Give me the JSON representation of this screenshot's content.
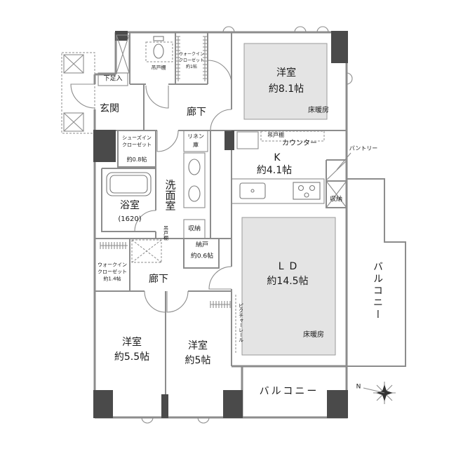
{
  "labels": {
    "toilet_hanging_cabinet": "吊戸棚",
    "wic_top": {
      "l1": "ウォークイン",
      "l2": "クローゼット",
      "size": "約1帖"
    },
    "shoe_rack": "下足入",
    "entrance": "玄関",
    "hall_top": "廊下",
    "bedroom_main": {
      "name": "洋室",
      "size": "約8.1帖",
      "heating": "床暖房"
    },
    "linen": {
      "l1": "リネン",
      "l2": "庫"
    },
    "shoes_closet": {
      "l1": "シューズイン",
      "l2": "クローゼット",
      "size": "約0.8帖"
    },
    "kitchen": {
      "cabinet": "吊戸棚",
      "counter": "カウンター",
      "name": "K",
      "size": "約4.1帖"
    },
    "pantry": "パントリー",
    "washroom": "洗面室",
    "bath": {
      "name": "浴室",
      "size": "(1620)"
    },
    "storage_kitchen": "収納",
    "storage_wash": "収納",
    "wash_cabinet": "吊戸棚",
    "closet": {
      "name": "納戸",
      "size": "約0.6帖"
    },
    "wic_left": {
      "l1": "ウォークイン",
      "l2": "クローゼット",
      "size": "約1.4帖"
    },
    "hall_bottom": "廊下",
    "ld": {
      "name": "LD",
      "size": "約14.5帖",
      "heating": "床暖房",
      "rail": "ピクチャーレール"
    },
    "bedroom_2": {
      "name": "洋室",
      "size": "約5.5帖"
    },
    "bedroom_3": {
      "name": "洋室",
      "size": "約5帖"
    },
    "balcony_side": "バルコニー",
    "balcony_front": "バルコニー",
    "north": "N"
  },
  "icons": {
    "compass": "compass-icon",
    "toilet": "toilet-icon",
    "bathtub": "bathtub-icon",
    "wash_basin": "sink-icon",
    "kitchen_sink": "sink-icon",
    "stove": "stove-icon"
  },
  "colors": {
    "background": "#ffffff",
    "wall": "#8c8c8c",
    "pillar": "#4a4a4a",
    "heated_floor": "#e4e4e4",
    "text": "#1a1a1a"
  }
}
